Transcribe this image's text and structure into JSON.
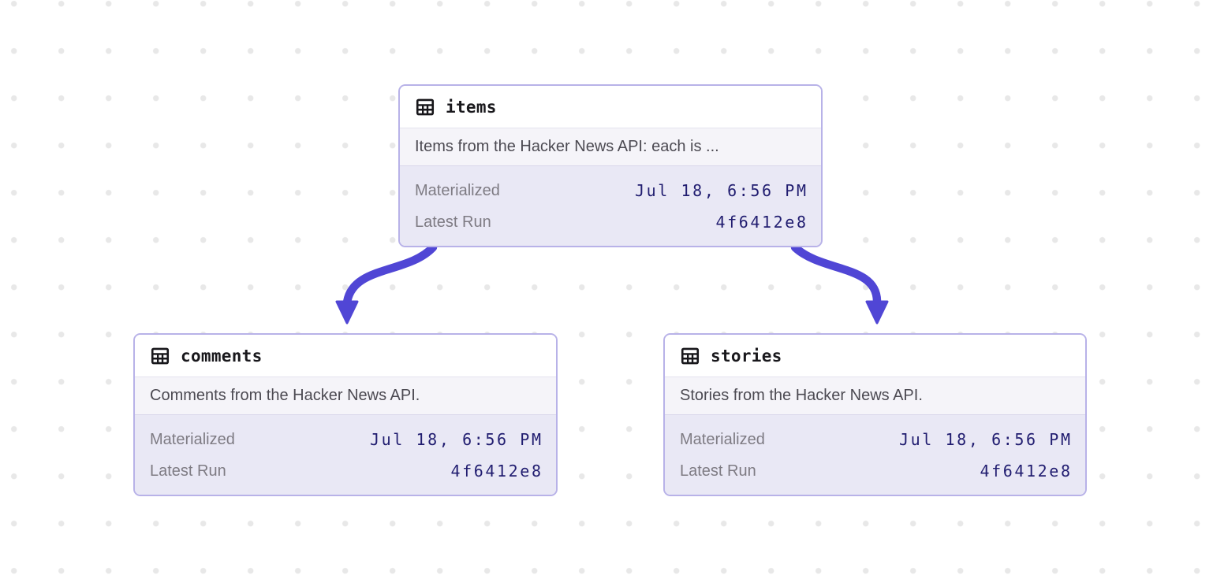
{
  "graph": {
    "nodes": [
      {
        "name": "items",
        "icon": "table-icon",
        "description": "Items from the Hacker News API: each is ...",
        "stats": [
          {
            "label": "Materialized",
            "value": "Jul 18, 6:56 PM"
          },
          {
            "label": "Latest Run",
            "value": "4f6412e8"
          }
        ]
      },
      {
        "name": "comments",
        "icon": "table-icon",
        "description": "Comments from the Hacker News API.",
        "stats": [
          {
            "label": "Materialized",
            "value": "Jul 18, 6:56 PM"
          },
          {
            "label": "Latest Run",
            "value": "4f6412e8"
          }
        ]
      },
      {
        "name": "stories",
        "icon": "table-icon",
        "description": "Stories from the Hacker News API.",
        "stats": [
          {
            "label": "Materialized",
            "value": "Jul 18, 6:56 PM"
          },
          {
            "label": "Latest Run",
            "value": "4f6412e8"
          }
        ]
      }
    ],
    "edges": [
      {
        "from": "items",
        "to": "comments"
      },
      {
        "from": "items",
        "to": "stories"
      }
    ],
    "colors": {
      "edge": "#5046d5",
      "node_border": "#b8b2e8",
      "header_bg": "#ffffff",
      "description_bg": "#f5f4f9",
      "stats_bg": "#e9e8f5",
      "name_text": "#19181c",
      "description_text": "#4c4a52",
      "label_text": "#7e7b83",
      "value_text": "#211d70",
      "background_dot": "#e8e8e8"
    }
  }
}
